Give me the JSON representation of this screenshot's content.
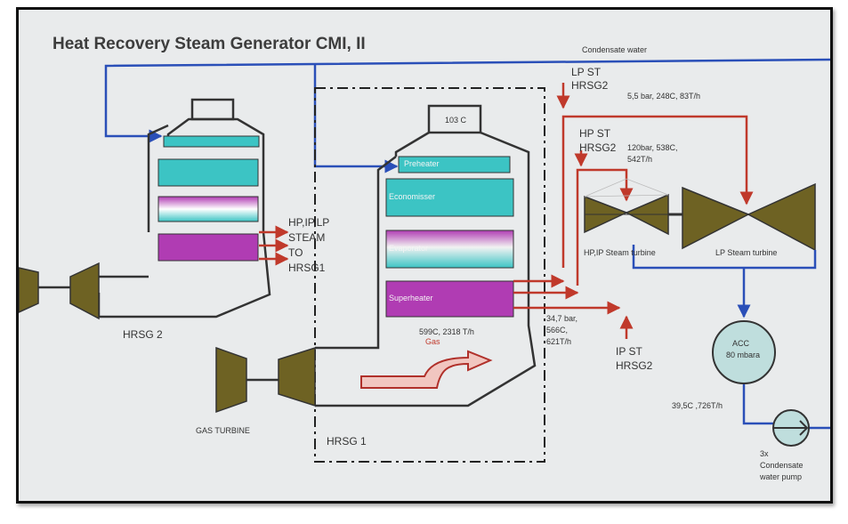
{
  "title": "Heat Recovery Steam Generator CMI, II",
  "labels": {
    "condensate_water": "Condensate water",
    "lp_st_hrsg2_l1": "LP ST",
    "lp_st_hrsg2_l2": "HRSG2",
    "lp_params": "5,5 bar, 248C, 83T/h",
    "hp_st_hrsg2_l1": "HP ST",
    "hp_st_hrsg2_l2": "HRSG2",
    "hp_params_l1": "120bar, 538C,",
    "hp_params_l2": "542T/h",
    "stack_temp": "103 C",
    "preheater": "Preheater",
    "economiser": "Economisser",
    "evaporator": "Evaporator",
    "superheater": "Superheater",
    "steam_to_hrsg1_l1": "HP,IP,LP",
    "steam_to_hrsg1_l2": "STEAM",
    "steam_to_hrsg1_l3": "TO",
    "steam_to_hrsg1_l4": "HRSG1",
    "hrsg2": "HRSG 2",
    "hrsg1": "HRSG 1",
    "gas_turbine": "GAS TURBINE",
    "gas_params": "599C, 2318 T/h",
    "gas": "Gas",
    "ip_params_l1": "34,7 bar,",
    "ip_params_l2": "566C,",
    "ip_params_l3": "621T/h",
    "ip_st_l1": "IP ST",
    "ip_st_l2": "HRSG2",
    "hp_ip_turbine": "HP,IP Steam turbine",
    "lp_turbine": "LP Steam turbine",
    "acc_l1": "ACC",
    "acc_l2": "80 mbara",
    "acc_out_params": "39,5C ,726T/h",
    "pump_l1": "3x",
    "pump_l2": "Condensate",
    "pump_l3": "water pump"
  },
  "colors": {
    "background": "#e9ebec",
    "water_line": "#2a4fb8",
    "steam_line": "#c0392b",
    "turbine": "#6e6223",
    "teal": "#3cc4c4",
    "magenta": "#b03cb3",
    "acc": "#bfdedd"
  }
}
